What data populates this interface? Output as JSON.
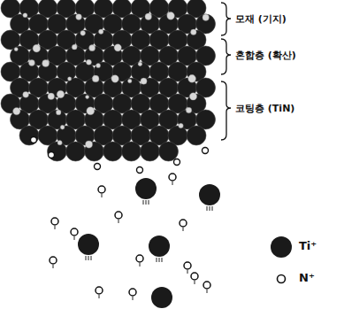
{
  "diagram": {
    "labels": [
      "모재 (기지)",
      "혼합층 (확산)",
      "코팅층 (TiN)"
    ],
    "legend": [
      {
        "text": "Ti⁺"
      },
      {
        "text": "N⁺"
      }
    ]
  }
}
